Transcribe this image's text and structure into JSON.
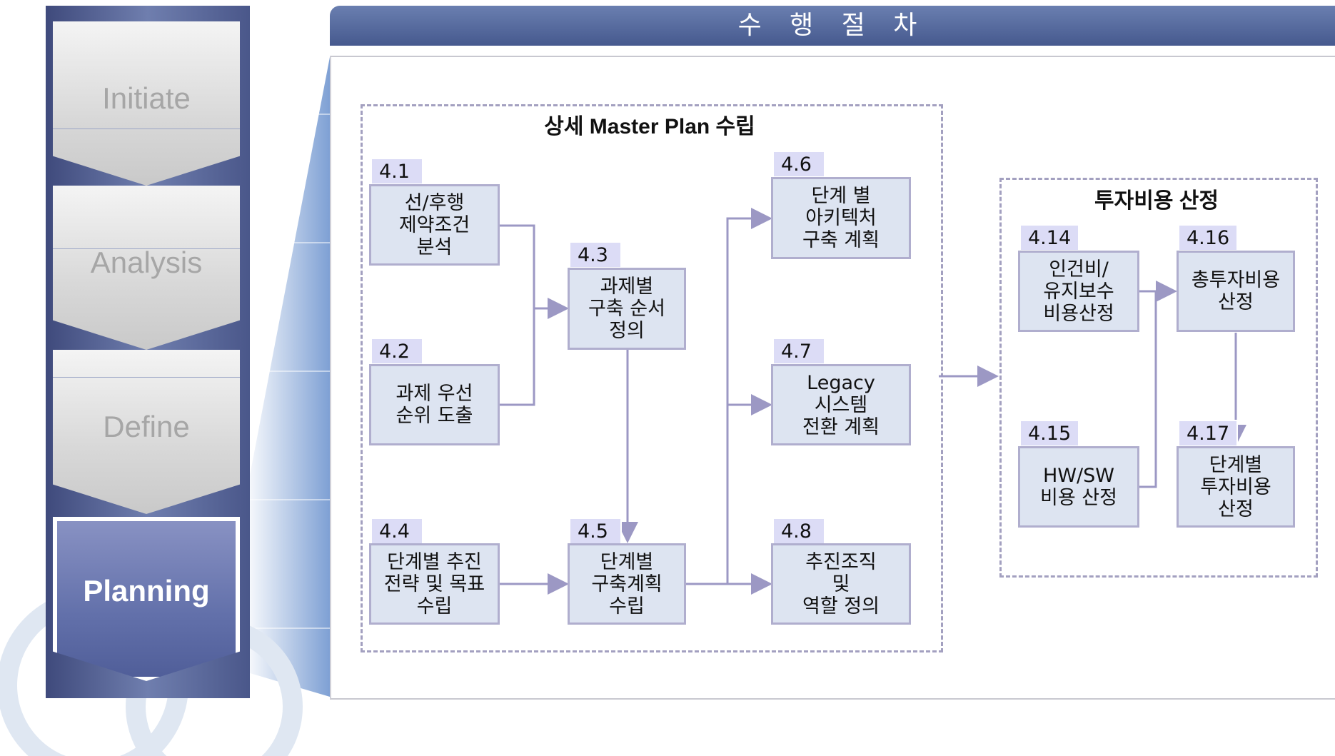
{
  "phases": [
    "Initiate",
    "Analysis",
    "Define",
    "Planning"
  ],
  "header": {
    "title": "수 행 절 차"
  },
  "groups": {
    "master": {
      "title": "상세 Master Plan 수립"
    },
    "invest": {
      "title": "투자비용 산정"
    }
  },
  "steps": [
    {
      "id": "4.1",
      "label": "선/후행\n제약조건\n분석"
    },
    {
      "id": "4.2",
      "label": "과제 우선\n순위 도출"
    },
    {
      "id": "4.3",
      "label": "과제별\n구축 순서\n정의"
    },
    {
      "id": "4.4",
      "label": "단계별 추진\n전략 및 목표\n수립"
    },
    {
      "id": "4.5",
      "label": "단계별\n구축계획\n수립"
    },
    {
      "id": "4.6",
      "label": "단계 별\n아키텍처\n구축 계획"
    },
    {
      "id": "4.7",
      "label": "Legacy\n시스템\n전환 계획"
    },
    {
      "id": "4.8",
      "label": "추진조직\n및\n역할 정의"
    },
    {
      "id": "4.14",
      "label": "인건비/\n유지보수\n비용산정"
    },
    {
      "id": "4.15",
      "label": "HW/SW\n비용 산정"
    },
    {
      "id": "4.16",
      "label": "총투자비용\n산정"
    },
    {
      "id": "4.17",
      "label": "단계별\n투자비용\n산정"
    }
  ],
  "colors": {
    "header": "#46598e",
    "box_fill": "#dde4f1",
    "box_border": "#b0aece",
    "tag_fill": "#dcdcf6",
    "arrow": "#9c98c4",
    "dash": "#a3a0c0"
  }
}
